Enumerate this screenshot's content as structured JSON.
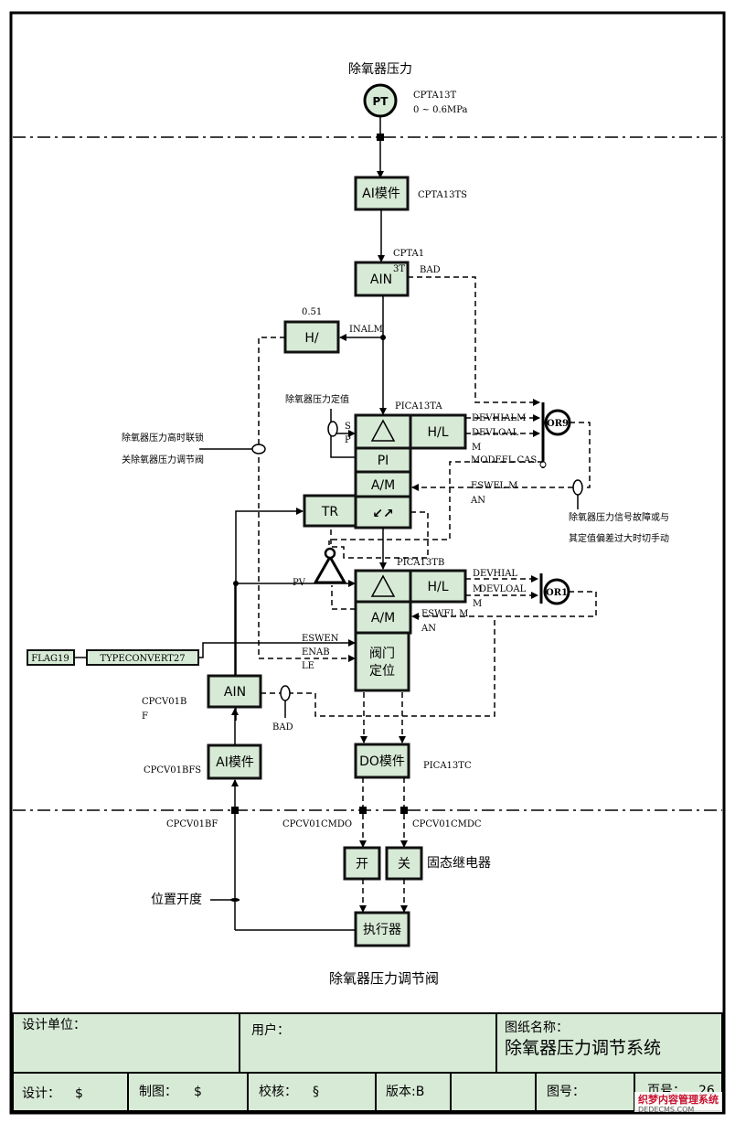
{
  "diagram": {
    "top_label": "除氧器压力",
    "pt": {
      "label": "PT",
      "tag": "CPTA13T",
      "range": "0 ~ 0.6MPa"
    },
    "ai_module_1": {
      "label": "AI模件",
      "tag": "CPTA13TS"
    },
    "ain_1": {
      "label": "AIN",
      "tag_a": "CPTA1",
      "tag_b": "3T",
      "bad": "BAD"
    },
    "hl_small": {
      "label": "H/",
      "value": "0.51",
      "inalm": "INALM"
    },
    "setpoint_label": "除氧器压力定值",
    "sp_s": "S",
    "sp_p": "P",
    "pica13ta": {
      "tag": "PICA13TA",
      "hl": "H/L",
      "pi": "PI",
      "am": "A/M",
      "arrows": "↙↗"
    },
    "interlock_note_1": "除氧器压力高时联锁",
    "interlock_note_2": "关除氧器压力调节阀",
    "tr": "TR",
    "devhialm_1": "DEVHIALM",
    "devloal_1": "DEVLOAL",
    "devloal_1_m": "M",
    "modefl": "MODEFL CAS",
    "eswfl_1": "ESWFL M",
    "eswfl_1_an": "AN",
    "or9": "OR9",
    "fault_note_1": "除氧器压力信号故障或与",
    "fault_note_2": "其定值偏差过大时切手动",
    "pica13tb": {
      "tag": "PICA13TB",
      "hl": "H/L",
      "am": "A/M",
      "pv": "PV"
    },
    "devhialm_2": "DEVHIAL",
    "devhialm_2_m": "M",
    "devloal_2": "DEVLOAL",
    "devloal_2_m": "M",
    "eswfl_2": "ESWFL M",
    "eswfl_2_an": "AN",
    "or1": "OR1",
    "esw_enab": [
      "ESWEN",
      "ENAB",
      "LE"
    ],
    "flag19": "FLAG19",
    "typeconvert": "TYPECONVERT27",
    "valve_pos": [
      "阀门",
      "定位"
    ],
    "ain_2": {
      "label": "AIN",
      "tag_a": "CPCV01B",
      "tag_b": "F",
      "bad": "BAD"
    },
    "ai_module_2": {
      "label": "AI模件",
      "tag": "CPCV01BFS"
    },
    "do_module": {
      "label": "DO模件",
      "tag": "PICA13TC"
    },
    "cpcv01bf": "CPCV01BF",
    "cpcv01cmdo": "CPCV01CMDO",
    "cpcv01cmdc": "CPCV01CMDC",
    "open": "开",
    "close": "关",
    "relay": "固态继电器",
    "valve_position": "位置开度",
    "actuator": "执行器",
    "caption": "除氧器压力调节阀"
  },
  "title_block": {
    "design_unit": "设计单位：",
    "user": "用户：",
    "drawing_name_label": "图纸名称：",
    "drawing_name": "除氧器压力调节系统",
    "designer": "设计：",
    "designer_val": "$",
    "drafter": "制图：",
    "drafter_val": "$",
    "checker": "校核：",
    "checker_val": "§",
    "version": "版本:B",
    "drawing_no": "图号：",
    "page": "页号：",
    "page_no": "26"
  },
  "watermark": {
    "line1": "织梦内容管理系统",
    "line2": "DEDECMS.COM"
  }
}
